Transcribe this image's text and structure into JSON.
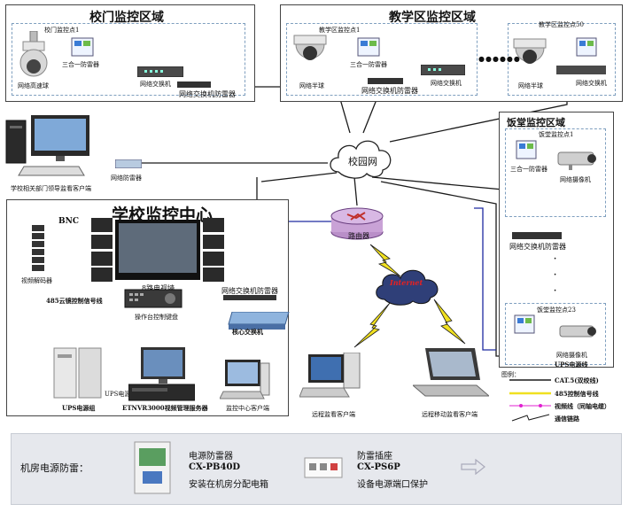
{
  "regions": {
    "gate": {
      "title": "校门监控区域",
      "point": "校门监控点1",
      "threeInOne": "三合一防雷器",
      "dome": "网络高速球",
      "switch": "网络交换机",
      "switchSurge": "网络交换机防雷器"
    },
    "teaching": {
      "title": "教学区监控区域",
      "point1": "教学区监控点1",
      "threeInOne": "三合一防雷器",
      "dome": "网络半球",
      "switch": "网络交换机",
      "switchSurge": "网络交换机防雷器",
      "point50": "教学区监控点50",
      "dome50": "网络半球",
      "switch50": "网络交换机",
      "dots": "●●●●●●"
    },
    "canteen": {
      "title": "饭堂监控区域",
      "point1": "饭堂监控点1",
      "threeInOne": "三合一防雷器",
      "camera": "网络摄像机",
      "switchSurge": "网络交换机防雷器",
      "point23": "饭堂监控点23",
      "camera23": "网络摄像机",
      "vdots": [
        "·",
        "·",
        "·"
      ]
    },
    "campusNet": "校园网",
    "leader": {
      "label": "学校相关部门领导监看客户端",
      "surge": "网络防雷器"
    },
    "center": {
      "title": "学校监控中心",
      "bnc": "BNC",
      "decoder": "视频解码器",
      "tvwall": "8路电视墙",
      "line485": "485云镜控制信号线",
      "keyboard": "操作台控制键盘",
      "coreSwitch": "核心交换机",
      "switchSurge": "网络交换机防雷器",
      "upsLine": "UPS电源线",
      "ups": "UPS电源组",
      "nvr": "ETNVR3000视频管理服务器",
      "client": "监控中心客户端"
    },
    "router": "路由器",
    "internet": "Internet",
    "remote": {
      "desk": "远程监看客户端",
      "laptop": "远程移动监看客户端"
    },
    "legend": {
      "title": "图例：",
      "items": [
        "UPS电源线",
        "CAT.5(双绞线)",
        "485控制信号线",
        "视频线（同轴电缆）",
        "通信链路"
      ]
    },
    "bottom": {
      "label": "机房电源防雷：",
      "p1": {
        "name": "电源防雷器",
        "model": "CX-PB40D",
        "desc": "安装在机房分配电箱"
      },
      "p2": {
        "name": "防雷插座",
        "model": "CX-PS6P",
        "desc": "设备电源端口保护"
      }
    },
    "colors": {
      "cat5": "#1a1a1a",
      "ups": "#1e2aa0",
      "line485": "#f0e020",
      "video": "#e020d0",
      "comm": "#e8d020"
    }
  }
}
